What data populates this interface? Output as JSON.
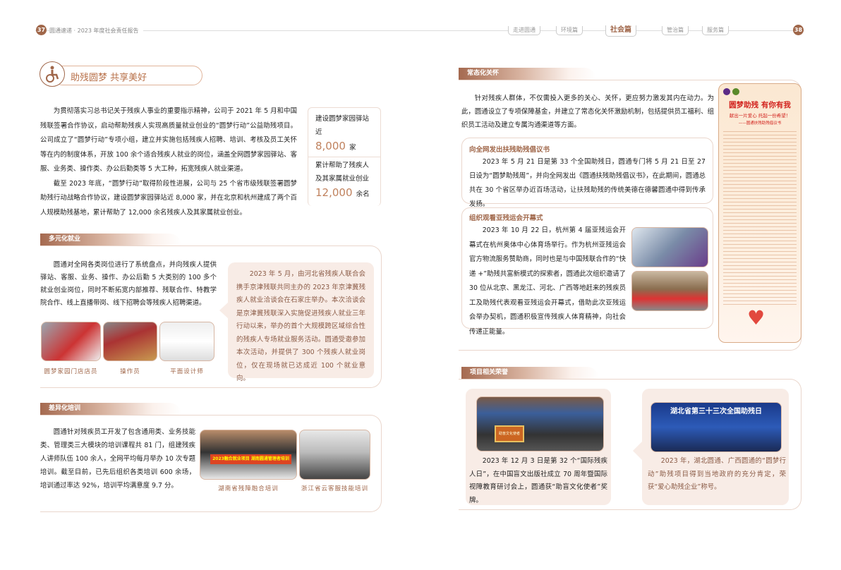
{
  "header": {
    "left_page": "37",
    "right_page": "38",
    "report_title": "圆通速递 · 2023 年度社会责任报告",
    "nav": [
      "走进圆通",
      "环境篇",
      "社会篇",
      "管治篇",
      "服务篇"
    ],
    "active_nav": "社会篇"
  },
  "colors": {
    "accent": "#a0674a",
    "number": "#c0825e",
    "panel": "#f8ece6"
  },
  "title": {
    "icon": "wheelchair-icon",
    "text": "助残圆梦 共享美好"
  },
  "intro": {
    "paragraphs": [
      "为贯彻落实习总书记关于残疾人事业的重要指示精神，公司于 2021 年 5 月和中国残联签署合作协议，启动帮助残疾人实现高质量就业创业的“圆梦行动”公益助残项目。公司成立了“圆梦行动”专项小组，建立并实施包括残疾人招聘、培训、考核及员工关怀等在内的制度体系，开放 100 余个适合残疾人就业的岗位，涵盖全网圆梦家园驿站、客服、业务类、操作类、办公后勤类等 5 大工种，拓宽残疾人就业渠道。",
      "截至 2023 年底，“圆梦行动”取得阶段性进展，公司与 25 个省市级残联签署圆梦助残行动战略合作协议，建设圆梦家园驿站近 8,000 家，并在北京和杭州建成了两个百人规模助残基地，累计帮助了 12,000 余名残疾人及其家属就业创业。"
    ]
  },
  "stats": [
    {
      "label": "建设圆梦家园驿站近",
      "value": "8,000",
      "unit": "家"
    },
    {
      "label": "累计帮助了残疾人及其家属就业创业",
      "value": "12,000",
      "unit": "余名"
    }
  ],
  "employment": {
    "heading": "多元化就业",
    "text": "圆通对全网各类岗位进行了系统盘点，并向残疾人提供驿站、客服、业务、操作、办公后勤 5 大类别的 100 多个就业创业岗位，同时不断拓宽内部推荐、残联合作、特教学院合作、线上直播带岗、线下招聘会等残疾人招聘渠道。",
    "photos": [
      "圆梦家园门店店员",
      "操作员",
      "平面设计师"
    ],
    "quote": "2023 年 5 月，由河北省残疾人联合会携手京津残联共同主办的 2023 年京津冀残疾人就业洽谈会在石家庄举办。本次洽谈会是京津冀残联深入实施促进残疾人就业三年行动以来，举办的首个大规模跨区域综合性的残疾人专场就业服务活动。圆通受邀参加本次活动，并提供了 300 个残疾人就业岗位，仅在现场就已达成近 100 个就业意向。"
  },
  "training": {
    "heading": "差异化培训",
    "text": "圆通针对残疾员工开发了包含通用类、业务技能类、管理类三大模块的培训课程共 81 门，组建残疾人讲师队伍 100 余人，全网平均每月举办 10 次专题培训。截至目前，已先后组织各类培训 600 余场，培训通过率达 92%，培训平均满意度 9.7 分。",
    "banner": "2023融合就业项目  湖南圆通管理者培训",
    "photos": [
      "湖南省残障融合培训",
      "浙江省云客服技能培训"
    ]
  },
  "care": {
    "heading": "常态化关怀",
    "text": "针对残疾人群体，不仅需投入更多的关心、关怀，更应努力激发其内在动力。为此，圆通设立了专项保障基金，并建立了常态化关怀激励机制，包括提供员工福利、组织员工活动及建立专属沟通渠道等方面。",
    "box1": {
      "title": "向全网发出扶残助残倡议书",
      "text": "2023 年 5 月 21 日是第 33 个全国助残日，圆通专门将 5 月 21 日至 27 日设为“圆梦助残周”，并向全网发出《圆通扶残助残倡议书》，在此期间，圆通总共在 30 个省区举办近百场活动，让扶残助残的传统美德在德馨圆通中得到传承发扬。"
    },
    "box2": {
      "title": "组织观看亚残运会开幕式",
      "text": "2023 年 10 月 22 日，杭州第 4 届亚残运会开幕式在杭州奥体中心体育场举行。作为杭州亚残运会官方物流服务赞助商，同时也是与中国残联合作的“快递 +”助残共富新模式的探索者，圆通此次组织邀请了 30 位从北京、黑龙江、河北、广西等地赶来的残疾员工及助残代表观看亚残运会开幕式，借助此次亚残运会举办契机，圆通积极宣传残疾人体育精神，向社会传递正能量。"
    },
    "poster": {
      "title": "圆梦助残 有你有我",
      "subtitle": "献出一片爱心 托起一份希望！",
      "sub2": "——圆通扶残助残倡议书"
    }
  },
  "honors": {
    "heading": "项目相关荣誉",
    "card1": {
      "plaque": "助盲文化使者",
      "text": "2023 年 12 月 3 日是第 32 个“国际残疾人日”，在中国盲文出版社成立 70 周年暨国际视障教育研讨会上，圆通获“助盲文化使者”奖牌。"
    },
    "card2": {
      "banner": "湖北省第三十三次全国助残日",
      "text": "2023 年，湖北圆通、广西圆通的“圆梦行动”助残项目得到当地政府的充分肯定，荣获“爱心助残企业”称号。"
    }
  }
}
